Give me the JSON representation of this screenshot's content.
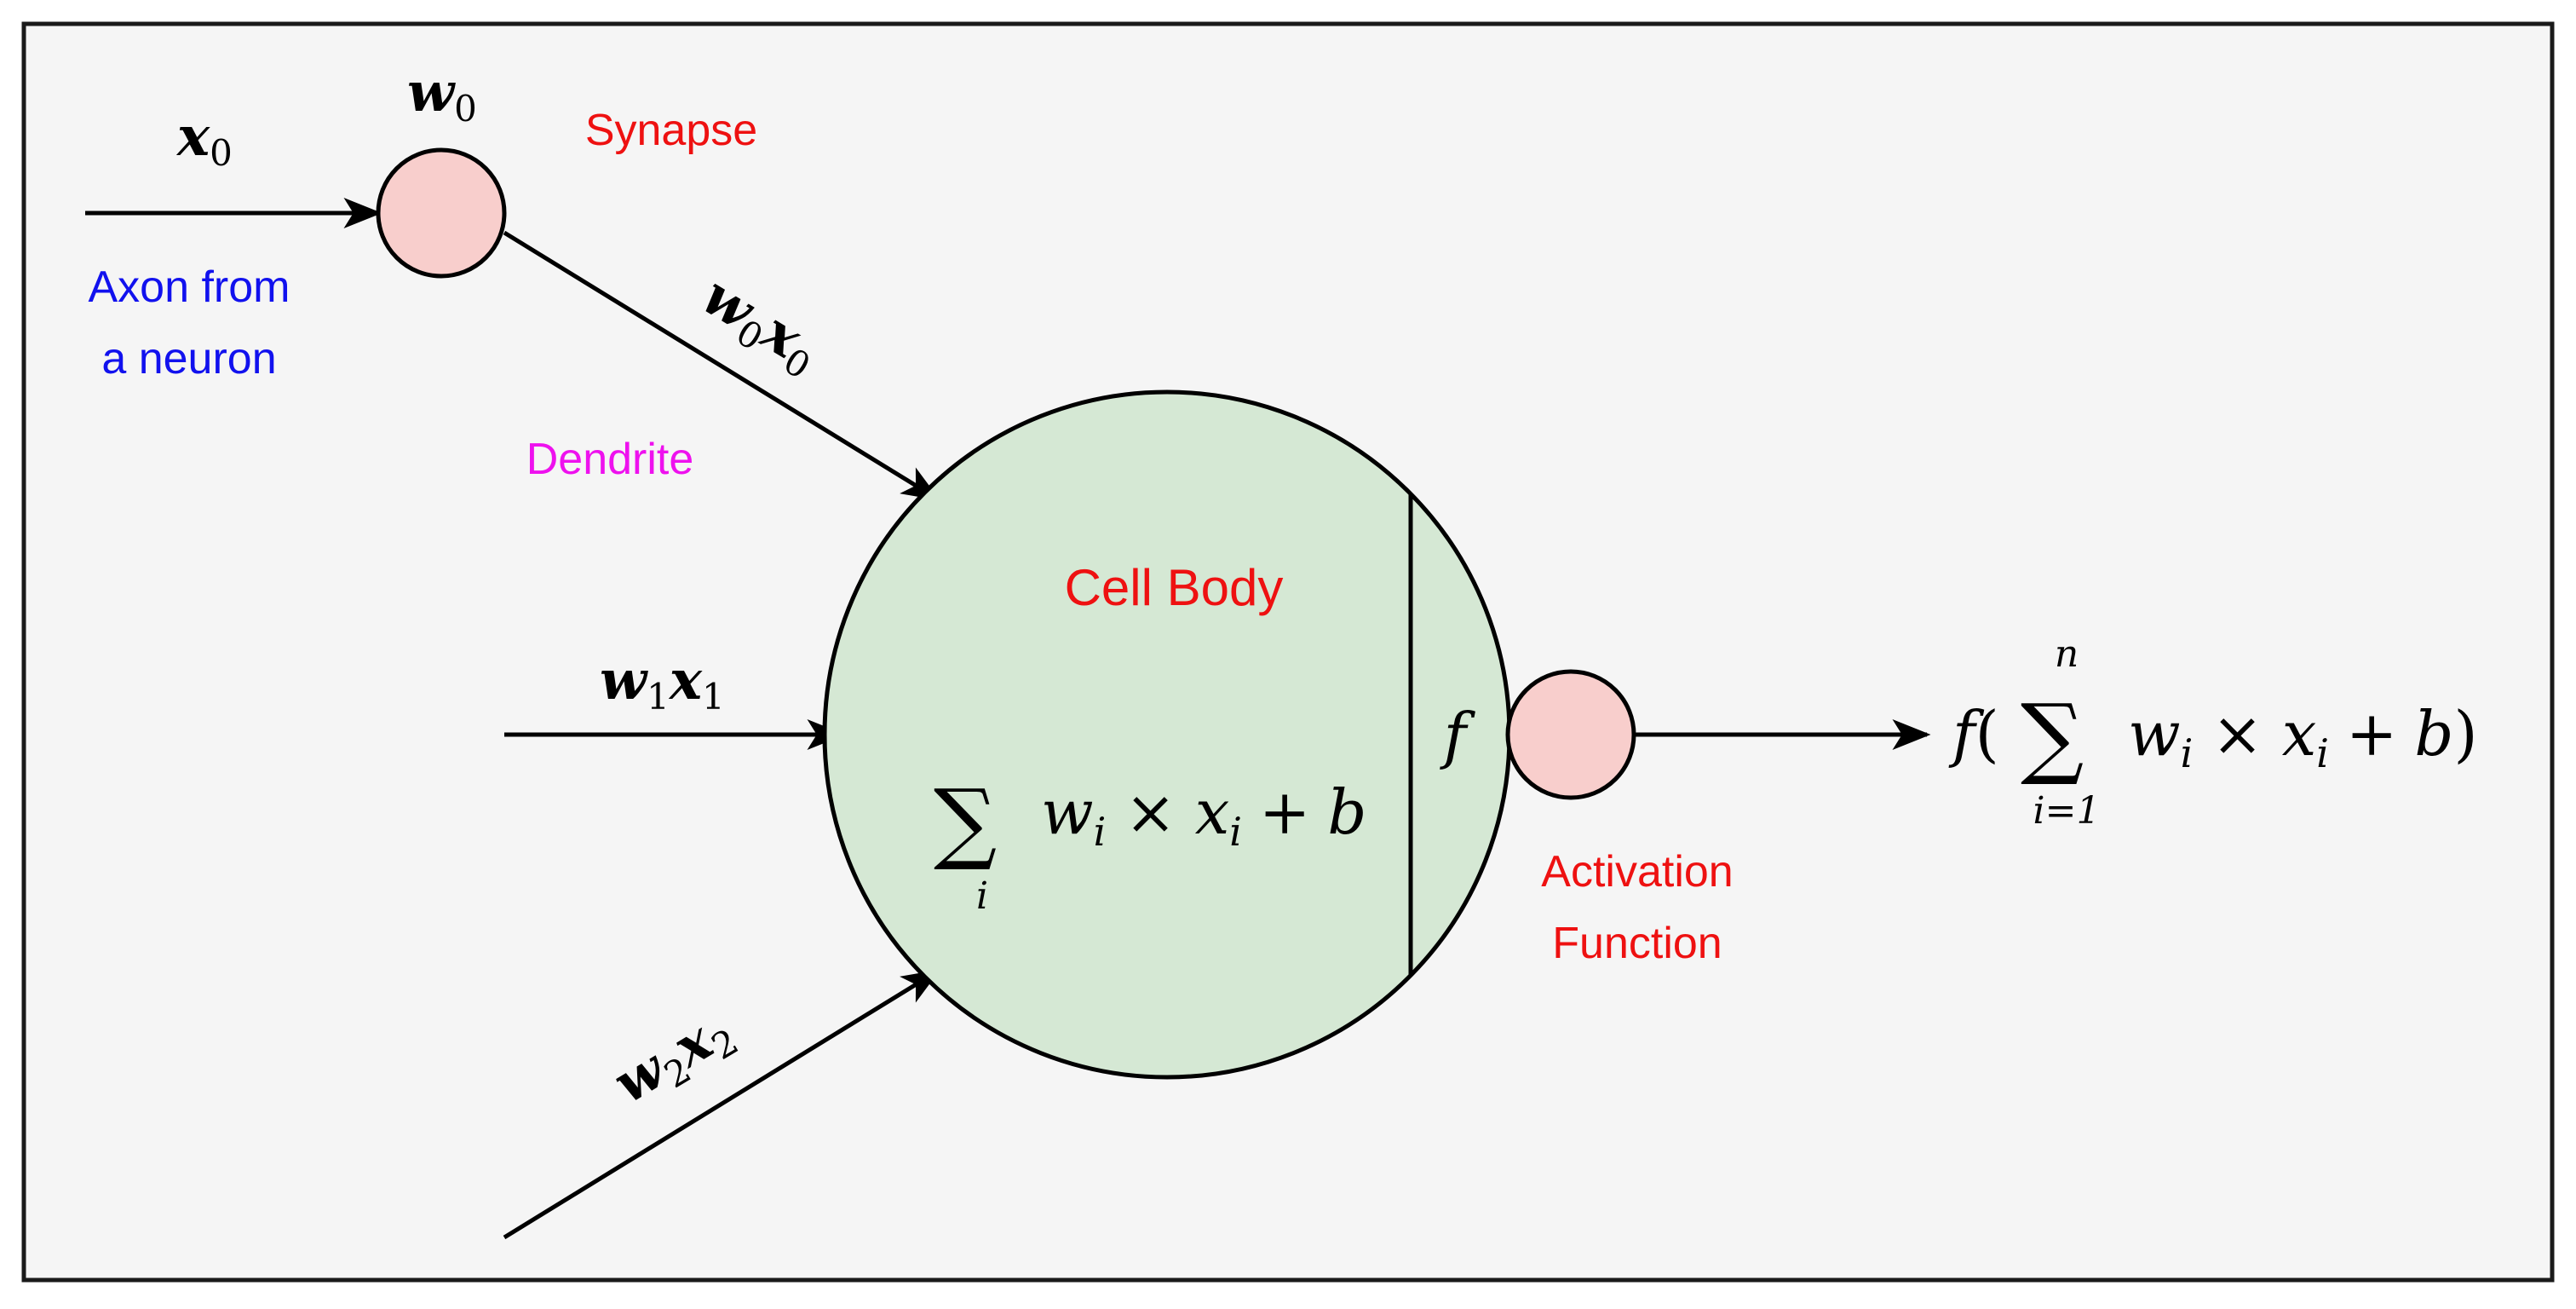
{
  "colors": {
    "background": "#f5f5f5",
    "border": "#1a1a1a",
    "synapse_fill": "#f8cecc",
    "cell_fill": "#d5e8d4",
    "label_red": "#ee1111",
    "label_blue": "#1111ee",
    "label_magenta": "#ee11ee"
  },
  "labels": {
    "synapse": "Synapse",
    "axon_line1": "Axon from",
    "axon_line2": "a neuron",
    "dendrite": "Dendrite",
    "cell_body": "Cell Body",
    "activation_line1": "Activation",
    "activation_line2": "Function"
  },
  "math": {
    "x0": {
      "base": "x",
      "sub": "0"
    },
    "w0": {
      "base": "w",
      "sub": "0"
    },
    "w0x0": {
      "w": "w",
      "wsub": "0",
      "x": "x",
      "xsub": "0"
    },
    "w1x1": {
      "w": "w",
      "wsub": "1",
      "x": "x",
      "xsub": "1"
    },
    "w2x2": {
      "w": "w",
      "wsub": "2",
      "x": "x",
      "xsub": "2"
    },
    "cell_sum": {
      "sigma": "∑",
      "index": "i",
      "w": "w",
      "wsub": "i",
      "times": "×",
      "x": "x",
      "xsub": "i",
      "plus": "+",
      "b": "b"
    },
    "f_label": "f",
    "output": {
      "f": "f",
      "open": "(",
      "sigma": "∑",
      "upper": "n",
      "lower": "i=1",
      "w": "w",
      "wsub": "i",
      "times": "×",
      "x": "x",
      "xsub": "i",
      "plus": "+",
      "b": "b",
      "close": ")"
    }
  }
}
